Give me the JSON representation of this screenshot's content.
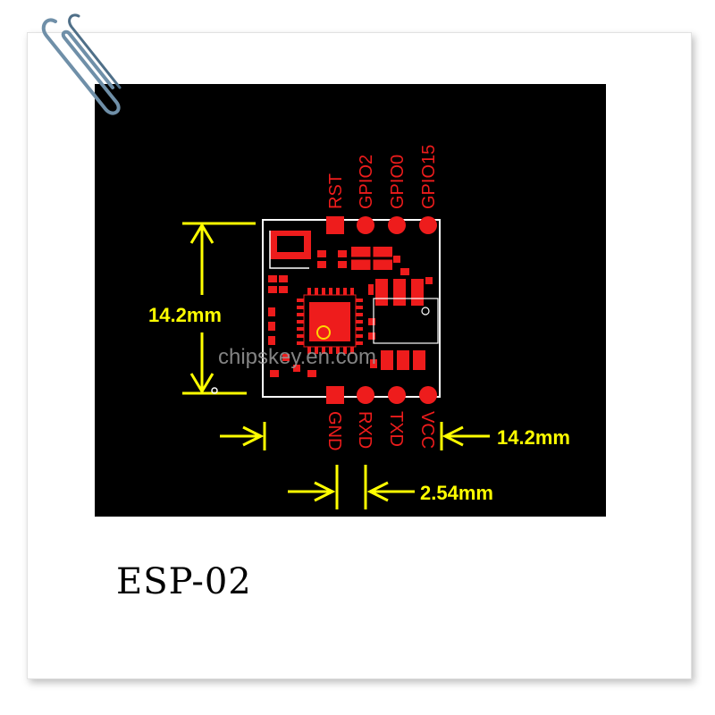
{
  "product": {
    "name": "ESP-02"
  },
  "watermark": "chipskey.en.com",
  "pins": {
    "top": [
      "RST",
      "GPIO2",
      "GPIO0",
      "GPIO15"
    ],
    "bottom": [
      "GND",
      "RXD",
      "TXD",
      "VCC"
    ]
  },
  "dimensions": {
    "height": "14.2mm",
    "width": "14.2mm",
    "pitch": "2.54mm"
  },
  "colors": {
    "board_bg": "#000000",
    "copper": "#ee1c1c",
    "dimension": "#ffff00",
    "outline": "#ffffff"
  },
  "icons": [
    "paperclip-icon"
  ]
}
